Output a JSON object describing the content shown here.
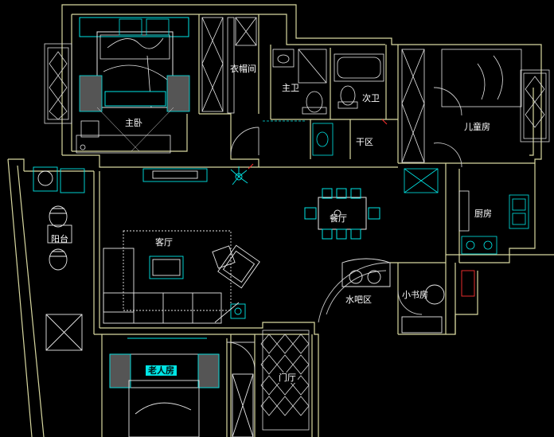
{
  "colors": {
    "background": "#000000",
    "wall": "#d8d8a0",
    "furniture": "#00e5e5",
    "fixture": "#e8e8e8",
    "accent": "#ff3030",
    "pattern": "#dddddd"
  },
  "rooms": {
    "master_bedroom": "主卧",
    "walk_in_closet": "衣帽间",
    "master_bath": "主卫",
    "second_bath": "次卫",
    "kids_room": "儿童房",
    "dry_area": "干区",
    "dining_room": "餐厅",
    "kitchen": "厨房",
    "living_room": "客厅",
    "sun_balcony": "阳台",
    "water_bar": "水吧区",
    "small_study": "小书房",
    "elderly_room": "老人房",
    "foyer": "门厅"
  }
}
